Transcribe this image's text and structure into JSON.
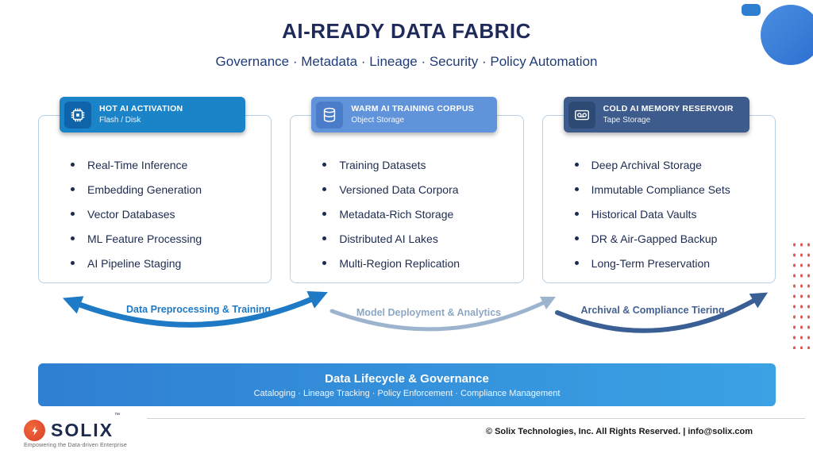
{
  "header": {
    "title": "AI-READY DATA FABRIC",
    "subtitle": "Governance · Metadata · Lineage · Security · Policy Automation"
  },
  "cards": [
    {
      "title": "HOT AI ACTIVATION",
      "subtitle": "Flash / Disk",
      "icon": "cpu-icon",
      "header_color": "#1b84c9",
      "items": [
        "Real-Time Inference",
        "Embedding Generation",
        "Vector Databases",
        "ML Feature Processing",
        "AI Pipeline Staging"
      ]
    },
    {
      "title": "WARM AI TRAINING CORPUS",
      "subtitle": "Object Storage",
      "icon": "database-icon",
      "header_color": "#6193da",
      "items": [
        "Training Datasets",
        "Versioned Data Corpora",
        "Metadata-Rich Storage",
        "Distributed AI Lakes",
        "Multi-Region Replication"
      ]
    },
    {
      "title": "COLD AI MEMORY RESERVOIR",
      "subtitle": "Tape Storage",
      "icon": "tape-cartridge-icon",
      "header_color": "#3d5b8c",
      "items": [
        "Deep Archival Storage",
        "Immutable Compliance Sets",
        "Historical Data Vaults",
        "DR & Air-Gapped Backup",
        "Long-Term Preservation"
      ]
    }
  ],
  "flows": [
    {
      "label": "Data Preprocessing & Training",
      "color": "#1f7ac5"
    },
    {
      "label": "Model Deployment & Analytics",
      "color": "#9db4cf"
    },
    {
      "label": "Archival & Compliance Tiering",
      "color": "#3a5f95"
    }
  ],
  "governance": {
    "title": "Data Lifecycle & Governance",
    "subtitle": "Cataloging · Lineage Tracking · Policy Enforcement · Compliance Management"
  },
  "footer": {
    "brand": "SOLIX",
    "trademark": "™",
    "tagline": "Empowering the Data-driven Enterprise",
    "copyright": "© Solix Technologies, Inc. All Rights Reserved. | info@solix.com"
  },
  "colors": {
    "title_navy": "#1e2a5a",
    "accent_blue": "#2e7fd2",
    "dots_red": "#e2574b",
    "logo_orange": "#e8502e"
  }
}
